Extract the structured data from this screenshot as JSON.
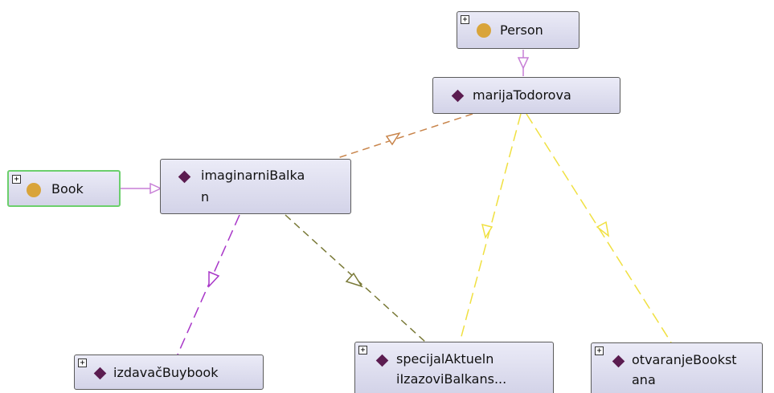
{
  "nodes": {
    "person": {
      "label": "Person"
    },
    "marija": {
      "label": "marijaTodorova"
    },
    "book": {
      "label": "Book"
    },
    "imaginarni": {
      "line1": "imaginarniBalka",
      "line2": "n"
    },
    "izdavac": {
      "label": "izdavačBuybook"
    },
    "specijal": {
      "line1": "specijalAktueln",
      "line2": "iIzazoviBalkans..."
    },
    "otvaranje": {
      "line1": "otvaranjeBookst",
      "line2": "ana"
    }
  },
  "colors": {
    "individual_diamond": "#5b1c50",
    "class_circle": "#d9a43a",
    "type_edge": "#c77fd6",
    "edge_author": "#c8844a",
    "edge_publisher": "#a836c8",
    "edge_brown_olive": "#7a7a38",
    "edge_yellow": "#f0e040"
  },
  "icons": {
    "expand": "plus-box-icon",
    "class": "circle-icon",
    "individual": "diamond-icon"
  },
  "expand_symbol": "+"
}
